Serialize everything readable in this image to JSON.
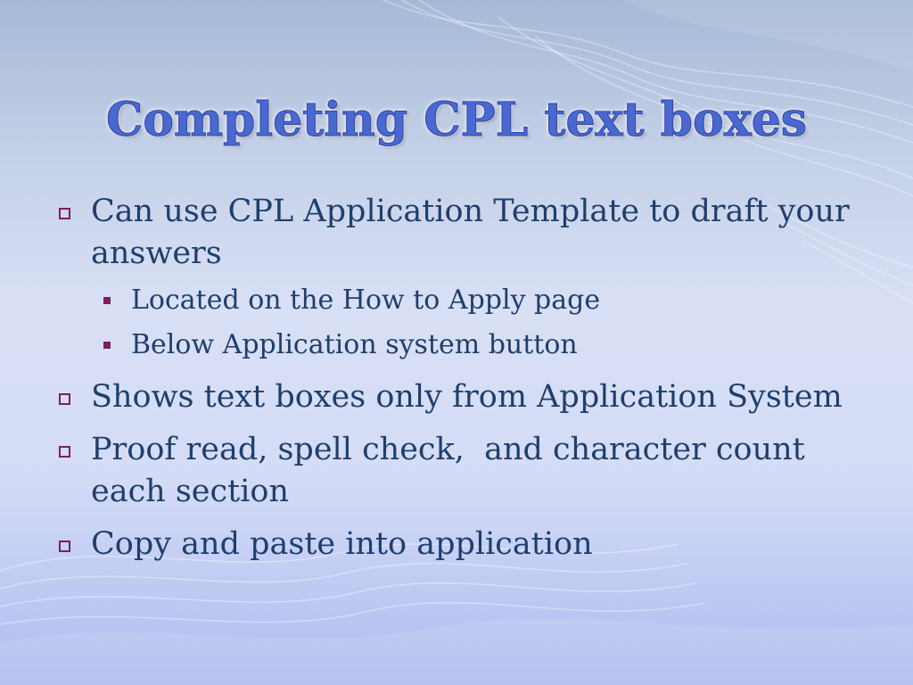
{
  "slide": {
    "title": "Completing CPL text boxes",
    "bullets": [
      {
        "text": "Can use CPL Application Template to draft your answers",
        "sub": [
          "Located on the How to Apply page",
          "Below Application system button"
        ]
      },
      {
        "text": "Shows text boxes only from Application System"
      },
      {
        "text": "Proof read, spell check,  and character count each section"
      },
      {
        "text": "Copy and paste into application"
      }
    ]
  },
  "colors": {
    "title": "#4a68d0",
    "body_text": "#1f3f6d",
    "bullet": "#7a2060",
    "background_top": "#a7b9d6",
    "background_bottom": "#aebcf0"
  }
}
